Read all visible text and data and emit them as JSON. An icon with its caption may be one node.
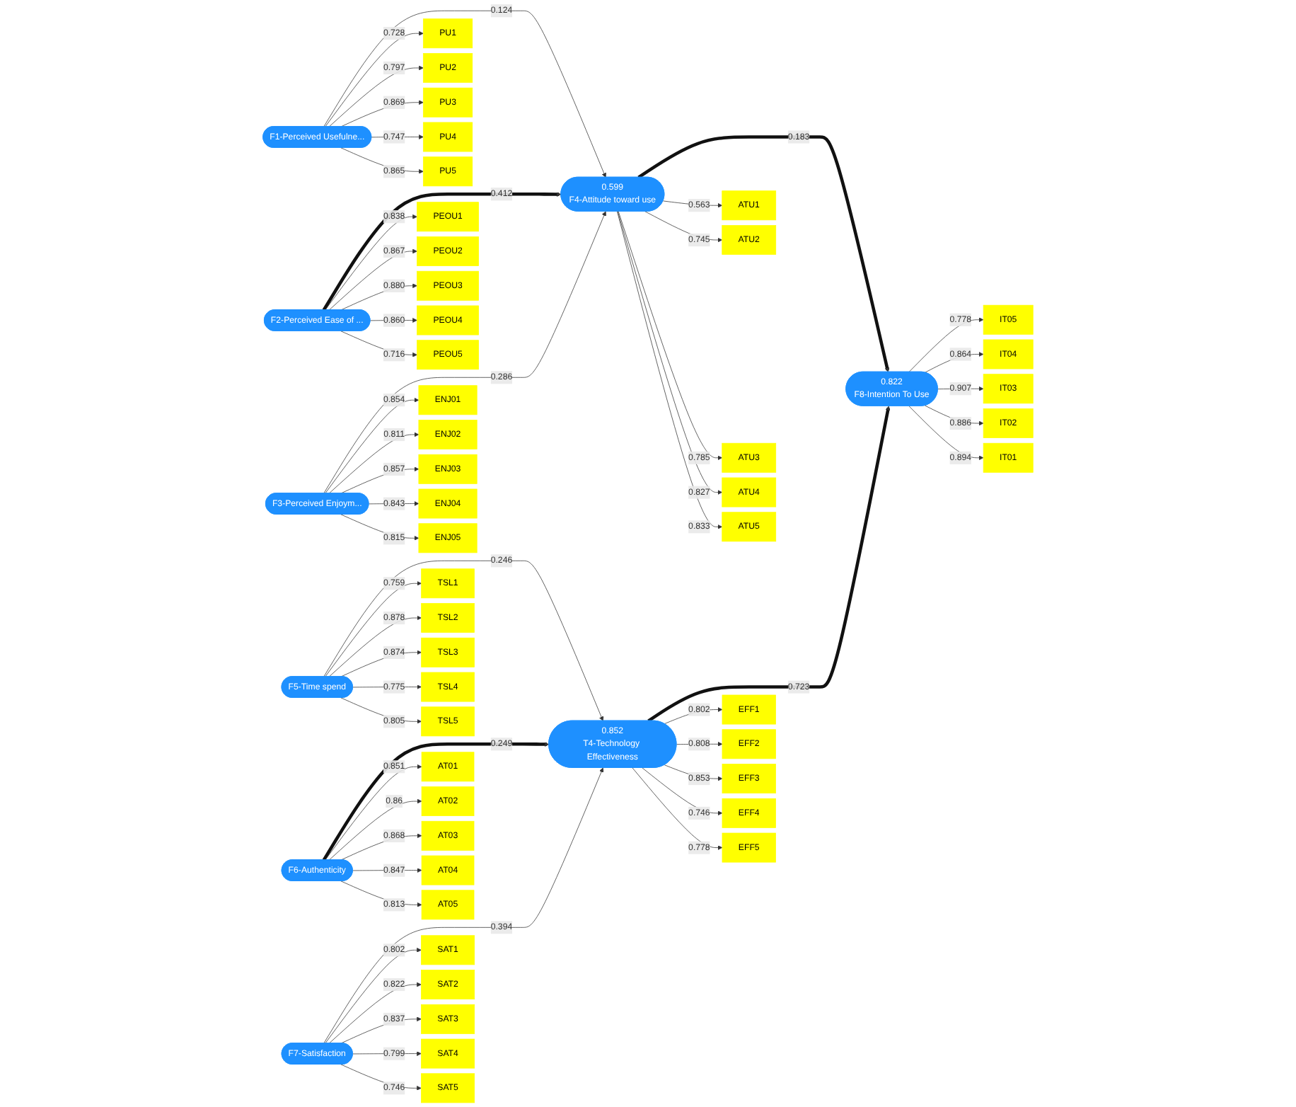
{
  "diagram": {
    "nodes": [
      {
        "text": [
          "F1-Perceived Usefulne..."
        ]
      },
      {
        "text": [
          "PU1"
        ]
      },
      {
        "text": [
          "PU2"
        ]
      },
      {
        "text": [
          "PU3"
        ]
      },
      {
        "text": [
          "PU4"
        ]
      },
      {
        "text": [
          "PU5"
        ]
      },
      {
        "text": [
          "F2-Perceived Ease of ..."
        ]
      },
      {
        "text": [
          "PEOU1"
        ]
      },
      {
        "text": [
          "PEOU2"
        ]
      },
      {
        "text": [
          "PEOU3"
        ]
      },
      {
        "text": [
          "PEOU4"
        ]
      },
      {
        "text": [
          "PEOU5"
        ]
      },
      {
        "text": [
          "F3-Perceived Enjoym..."
        ]
      },
      {
        "text": [
          "ENJ01"
        ]
      },
      {
        "text": [
          "ENJ02"
        ]
      },
      {
        "text": [
          "ENJ03"
        ]
      },
      {
        "text": [
          "ENJ04"
        ]
      },
      {
        "text": [
          "ENJ05"
        ]
      },
      {
        "text": [
          "0.599",
          "F4-Attitude toward use"
        ]
      },
      {
        "text": [
          "ATU1"
        ]
      },
      {
        "text": [
          "ATU2"
        ]
      },
      {
        "text": [
          "ATU3"
        ]
      },
      {
        "text": [
          "ATU4"
        ]
      },
      {
        "text": [
          "ATU5"
        ]
      },
      {
        "text": [
          "0.822",
          "F8-Intention To Use"
        ]
      },
      {
        "text": [
          "IT05"
        ]
      },
      {
        "text": [
          "IT04"
        ]
      },
      {
        "text": [
          "IT03"
        ]
      },
      {
        "text": [
          "IT02"
        ]
      },
      {
        "text": [
          "IT01"
        ]
      },
      {
        "text": [
          "0.852",
          "T4-Technology Effectiveness"
        ]
      },
      {
        "text": [
          "EFF1"
        ]
      },
      {
        "text": [
          "EFF2"
        ]
      },
      {
        "text": [
          "EFF3"
        ]
      },
      {
        "text": [
          "EFF4"
        ]
      },
      {
        "text": [
          "EFF5"
        ]
      },
      {
        "text": [
          "F5-Time spend"
        ]
      },
      {
        "text": [
          "TSL1"
        ]
      },
      {
        "text": [
          "TSL2"
        ]
      },
      {
        "text": [
          "TSL3"
        ]
      },
      {
        "text": [
          "TSL4"
        ]
      },
      {
        "text": [
          "TSL5"
        ]
      },
      {
        "text": [
          "F6-Authenticity"
        ]
      },
      {
        "text": [
          "AT01"
        ]
      },
      {
        "text": [
          "AT02"
        ]
      },
      {
        "text": [
          "AT03"
        ]
      },
      {
        "text": [
          "AT04"
        ]
      },
      {
        "text": [
          "AT05"
        ]
      },
      {
        "text": [
          "F7-Satisfaction"
        ]
      },
      {
        "text": [
          "SAT1"
        ]
      },
      {
        "text": [
          "SAT2"
        ]
      },
      {
        "text": [
          "SAT3"
        ]
      },
      {
        "text": [
          "SAT4"
        ]
      },
      {
        "text": [
          "SAT5"
        ]
      }
    ],
    "edges": [
      {
        "from": 0,
        "to": 18,
        "arrow": "to",
        "label": "0.124"
      },
      {
        "from": 6,
        "to": 18,
        "arrow": "to",
        "label": "0.412",
        "style": "thick"
      },
      {
        "from": 12,
        "to": 18,
        "arrow": "to",
        "label": "0.286"
      },
      {
        "from": 18,
        "to": 24,
        "arrow": "to",
        "label": "0.183",
        "style": "thick"
      },
      {
        "from": 30,
        "to": 24,
        "arrow": "to",
        "label": "0.723",
        "style": "thick"
      },
      {
        "from": 36,
        "to": 30,
        "arrow": "to",
        "label": "0.246"
      },
      {
        "from": 42,
        "to": 30,
        "arrow": "to",
        "label": "0.249",
        "style": "thick"
      },
      {
        "from": 48,
        "to": 30,
        "arrow": "to",
        "label": "0.394"
      },
      {
        "from": 0,
        "to": 1,
        "arrow": "to",
        "label": "0.728"
      },
      {
        "from": 0,
        "to": 2,
        "arrow": "to",
        "label": "0.797"
      },
      {
        "from": 0,
        "to": 3,
        "arrow": "to",
        "label": "0.869"
      },
      {
        "from": 0,
        "to": 4,
        "arrow": "to",
        "label": "0.747"
      },
      {
        "from": 0,
        "to": 5,
        "arrow": "to",
        "label": "0.865"
      },
      {
        "from": 6,
        "to": 7,
        "arrow": "to",
        "label": "0.838"
      },
      {
        "from": 6,
        "to": 8,
        "arrow": "to",
        "label": "0.867"
      },
      {
        "from": 6,
        "to": 9,
        "arrow": "to",
        "label": "0.880"
      },
      {
        "from": 6,
        "to": 10,
        "arrow": "to",
        "label": "0.860"
      },
      {
        "from": 6,
        "to": 11,
        "arrow": "to",
        "label": "0.716"
      },
      {
        "from": 12,
        "to": 13,
        "arrow": "to",
        "label": "0.854"
      },
      {
        "from": 12,
        "to": 14,
        "arrow": "to",
        "label": "0.811"
      },
      {
        "from": 12,
        "to": 15,
        "arrow": "to",
        "label": "0.857"
      },
      {
        "from": 12,
        "to": 16,
        "arrow": "to",
        "label": "0.843"
      },
      {
        "from": 12,
        "to": 17,
        "arrow": "to",
        "label": "0.815"
      },
      {
        "from": 18,
        "to": 19,
        "arrow": "to",
        "label": "0.563"
      },
      {
        "from": 18,
        "to": 20,
        "arrow": "to",
        "label": "0.745"
      },
      {
        "from": 18,
        "to": 21,
        "arrow": "to",
        "label": "0.785"
      },
      {
        "from": 18,
        "to": 22,
        "arrow": "to",
        "label": "0.827"
      },
      {
        "from": 18,
        "to": 23,
        "arrow": "to",
        "label": "0.833"
      },
      {
        "from": 24,
        "to": 25,
        "arrow": "to",
        "label": "0.778"
      },
      {
        "from": 24,
        "to": 26,
        "arrow": "to",
        "label": "0.864"
      },
      {
        "from": 24,
        "to": 27,
        "arrow": "to",
        "label": "0.907"
      },
      {
        "from": 24,
        "to": 28,
        "arrow": "to",
        "label": "0.886"
      },
      {
        "from": 24,
        "to": 29,
        "arrow": "to",
        "label": "0.894"
      },
      {
        "from": 30,
        "to": 31,
        "arrow": "to",
        "label": "0.802"
      },
      {
        "from": 30,
        "to": 32,
        "arrow": "to",
        "label": "0.808"
      },
      {
        "from": 30,
        "to": 33,
        "arrow": "to",
        "label": "0.853"
      },
      {
        "from": 30,
        "to": 34,
        "arrow": "to",
        "label": "0.746"
      },
      {
        "from": 30,
        "to": 35,
        "arrow": "to",
        "label": "0.778"
      },
      {
        "from": 36,
        "to": 37,
        "arrow": "to",
        "label": "0.759"
      },
      {
        "from": 36,
        "to": 38,
        "arrow": "to",
        "label": "0.878"
      },
      {
        "from": 36,
        "to": 39,
        "arrow": "to",
        "label": "0.874"
      },
      {
        "from": 36,
        "to": 40,
        "arrow": "to",
        "label": "0.775"
      },
      {
        "from": 36,
        "to": 41,
        "arrow": "to",
        "label": "0.805"
      },
      {
        "from": 42,
        "to": 43,
        "arrow": "to",
        "label": "0.851"
      },
      {
        "from": 42,
        "to": 44,
        "arrow": "to",
        "label": "0.86"
      },
      {
        "from": 42,
        "to": 45,
        "arrow": "to",
        "label": "0.868"
      },
      {
        "from": 42,
        "to": 46,
        "arrow": "to",
        "label": "0.847"
      },
      {
        "from": 42,
        "to": 47,
        "arrow": "to",
        "label": "0.813"
      },
      {
        "from": 48,
        "to": 49,
        "arrow": "to",
        "label": "0.802"
      },
      {
        "from": 48,
        "to": 50,
        "arrow": "to",
        "label": "0.822"
      },
      {
        "from": 48,
        "to": 51,
        "arrow": "to",
        "label": "0.837"
      },
      {
        "from": 48,
        "to": 52,
        "arrow": "to",
        "label": "0.799"
      },
      {
        "from": 48,
        "to": 53,
        "arrow": "to",
        "label": "0.746"
      }
    ]
  }
}
